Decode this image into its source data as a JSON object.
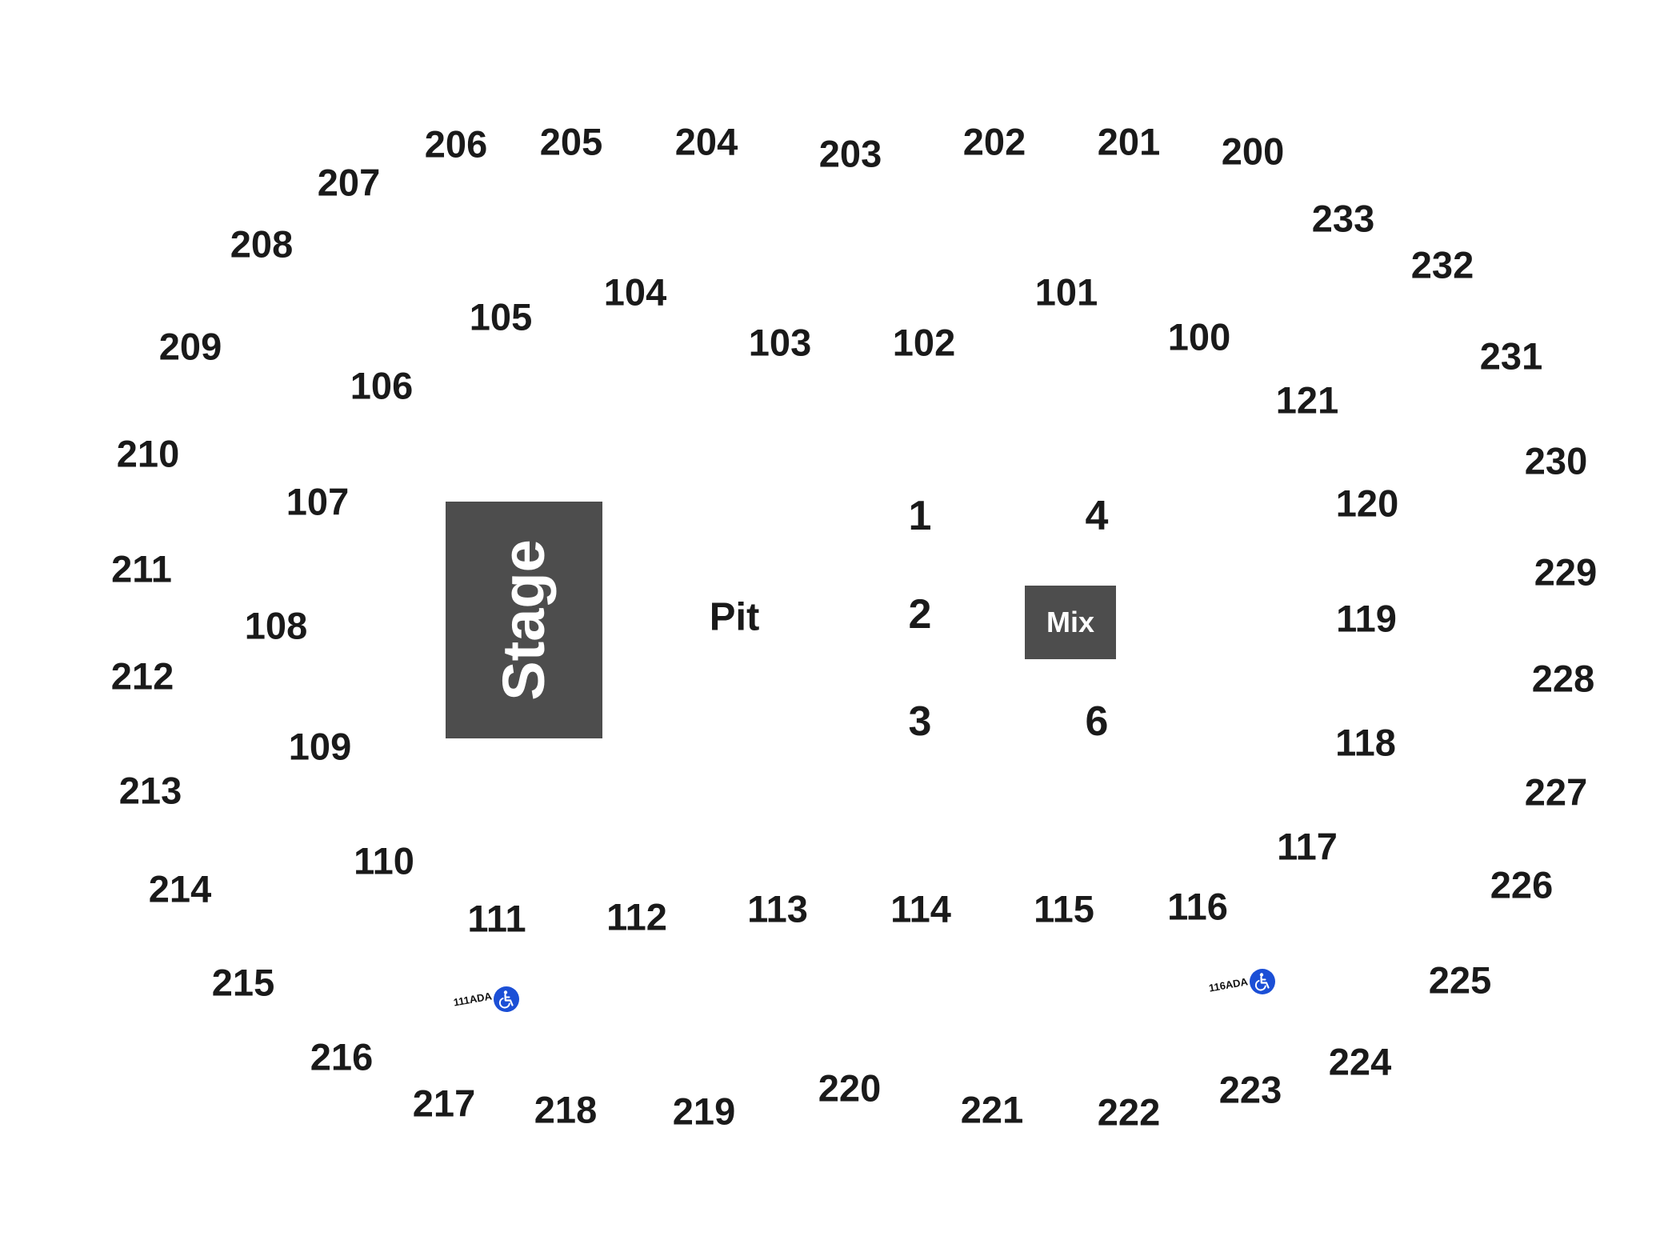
{
  "colors": {
    "section_text": "#1a1a1a",
    "block_fill": "#4d4d4d",
    "block_text": "#ffffff",
    "ada_blue": "#1b4fd6"
  },
  "stage_label": "Stage",
  "pit_label": "Pit",
  "mix_label": "Mix",
  "floor_sections": [
    "1",
    "2",
    "3",
    "4",
    "6"
  ],
  "sections_100": [
    "100",
    "101",
    "102",
    "103",
    "104",
    "105",
    "106",
    "107",
    "108",
    "109",
    "110",
    "111",
    "112",
    "113",
    "114",
    "115",
    "116",
    "117",
    "118",
    "119",
    "120",
    "121"
  ],
  "sections_200": [
    "200",
    "201",
    "202",
    "203",
    "204",
    "205",
    "206",
    "207",
    "208",
    "209",
    "210",
    "211",
    "212",
    "213",
    "214",
    "215",
    "216",
    "217",
    "218",
    "219",
    "220",
    "221",
    "222",
    "223",
    "224",
    "225",
    "226",
    "227",
    "228",
    "229",
    "230",
    "231",
    "232",
    "233"
  ],
  "ada": [
    {
      "label": "111ADA",
      "icon": "wheelchair-icon"
    },
    {
      "label": "116ADA",
      "icon": "wheelchair-icon"
    }
  ]
}
